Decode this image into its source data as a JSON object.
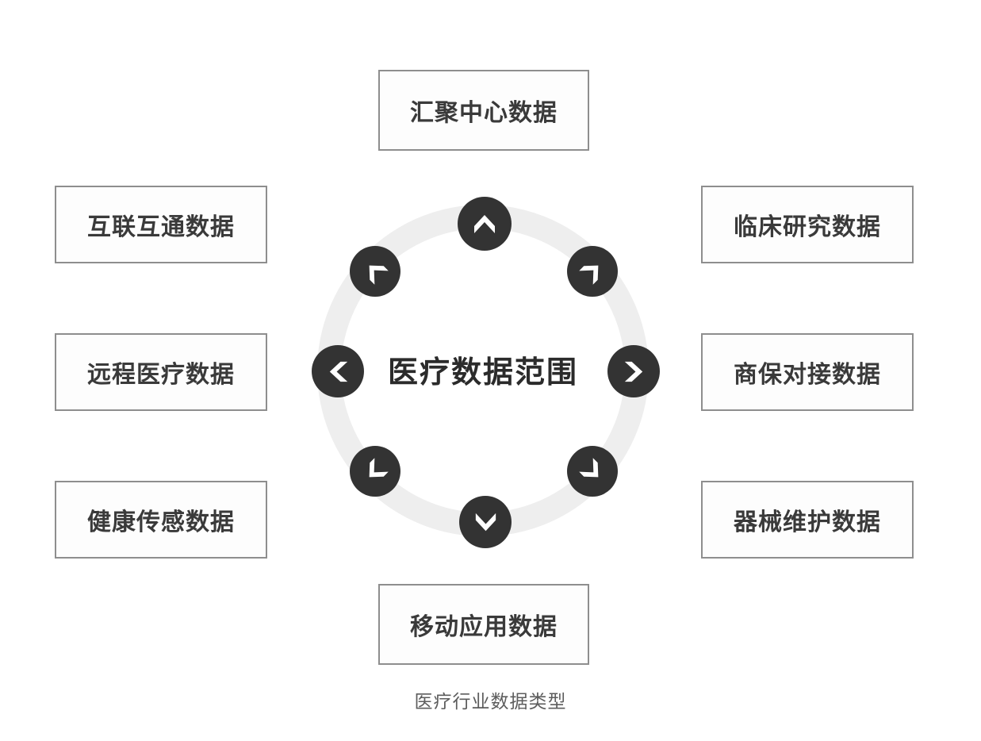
{
  "diagram": {
    "caption": "医疗行业数据类型",
    "center": {
      "label": "医疗数据范围",
      "ring_color": "#eeeeee",
      "text_color": "#2b2b2b"
    },
    "badge_color": "#333333",
    "badge_glyph_color": "#ffffff",
    "box_border_color": "#8e8e8e",
    "box_text_color": "#3a3a3a",
    "nodes": [
      {
        "id": "top",
        "label": "汇聚中心数据",
        "position": "top"
      },
      {
        "id": "left-1",
        "label": "互联互通数据",
        "position": "left-upper"
      },
      {
        "id": "left-2",
        "label": "远程医疗数据",
        "position": "left-middle"
      },
      {
        "id": "left-3",
        "label": "健康传感数据",
        "position": "left-lower"
      },
      {
        "id": "right-1",
        "label": "临床研究数据",
        "position": "right-upper"
      },
      {
        "id": "right-2",
        "label": "商保对接数据",
        "position": "right-middle"
      },
      {
        "id": "right-3",
        "label": "器械维护数据",
        "position": "right-lower"
      },
      {
        "id": "bottom",
        "label": "移动应用数据",
        "position": "bottom"
      }
    ],
    "badges": [
      {
        "id": "n",
        "icon": "chevron-up-icon",
        "direction": "up"
      },
      {
        "id": "ne",
        "icon": "chevron-up-right-icon",
        "direction": "up-right"
      },
      {
        "id": "e",
        "icon": "chevron-right-icon",
        "direction": "right"
      },
      {
        "id": "se",
        "icon": "chevron-down-right-icon",
        "direction": "down-right"
      },
      {
        "id": "s",
        "icon": "chevron-down-icon",
        "direction": "down"
      },
      {
        "id": "sw",
        "icon": "chevron-down-left-icon",
        "direction": "down-left"
      },
      {
        "id": "w",
        "icon": "chevron-left-icon",
        "direction": "left"
      },
      {
        "id": "nw",
        "icon": "chevron-up-left-icon",
        "direction": "up-left"
      }
    ]
  }
}
